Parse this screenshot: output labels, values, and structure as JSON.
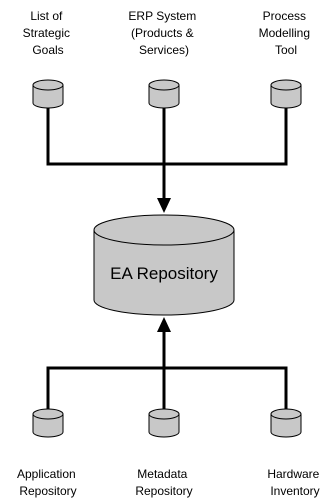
{
  "diagram": {
    "top_sources": [
      {
        "id": "strategic-goals",
        "lines": [
          "List of",
          "Strategic",
          "Goals"
        ]
      },
      {
        "id": "erp-system",
        "lines": [
          "ERP System",
          "(Products &",
          "Services)"
        ]
      },
      {
        "id": "process-tool",
        "lines": [
          "Process",
          "Modelling",
          "Tool"
        ]
      }
    ],
    "center": {
      "label": "EA Repository"
    },
    "bottom_sources": [
      {
        "id": "application-repository",
        "lines": [
          "Application",
          "Repository"
        ]
      },
      {
        "id": "metadata-repository",
        "lines": [
          "Metadata",
          "Repository"
        ]
      },
      {
        "id": "hardware-inventory",
        "lines": [
          "Hardware",
          "Inventory"
        ]
      }
    ],
    "colors": {
      "cylinder_fill": "#c8c8c8",
      "stroke": "#000000",
      "text": "#000000",
      "background": "#ffffff"
    }
  }
}
